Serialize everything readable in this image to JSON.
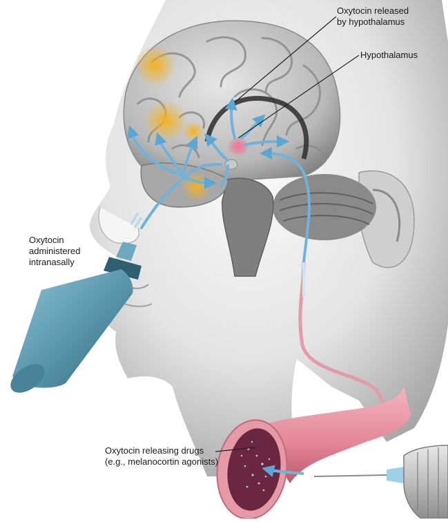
{
  "labels": {
    "oxytocin_released": [
      "Oxytocin released",
      "by hypothalamus"
    ],
    "hypothalamus": "Hypothalamus",
    "administered": [
      "Oxytocin",
      "administered",
      "intranasally"
    ],
    "releasing_drugs": [
      "Oxytocin releasing drugs",
      "(e.g., melanocortin agonists)"
    ]
  },
  "colors": {
    "skin_light": "#f2f2f2",
    "skin_shadow": "#9a9a9a",
    "brain_light": "#d7d7d7",
    "brain_dark": "#6f6f6f",
    "active_region": "#f0a81c",
    "hypothalamus": "#e9557a",
    "arrow_blue": "#6fb3dd",
    "bottle": "#5d98ad",
    "vessel": "#e8909e",
    "vessel_inner": "#7a2a44"
  }
}
